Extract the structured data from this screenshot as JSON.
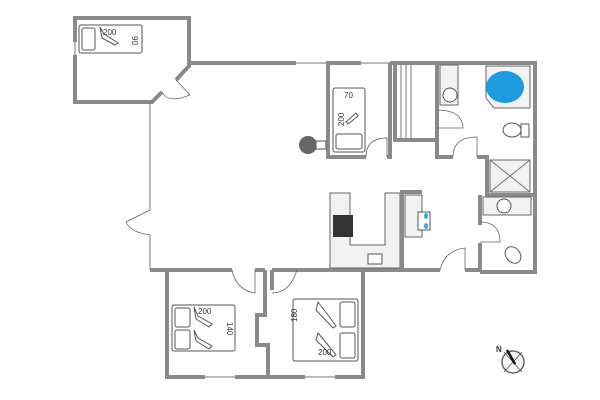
{
  "plan": {
    "bed_top_left": {
      "length": "200",
      "width": "90"
    },
    "bed_small": {
      "width": "70",
      "length": "200"
    },
    "bed_lower_left": {
      "length": "200",
      "width": "140"
    },
    "bed_lower_right": {
      "width": "180",
      "length": "200"
    },
    "compass": {
      "north_label": "N"
    },
    "colors": {
      "wall": "#8a8a8a",
      "spa": "#1e9be0",
      "stove": "#333333",
      "fireplace": "#666666"
    }
  }
}
